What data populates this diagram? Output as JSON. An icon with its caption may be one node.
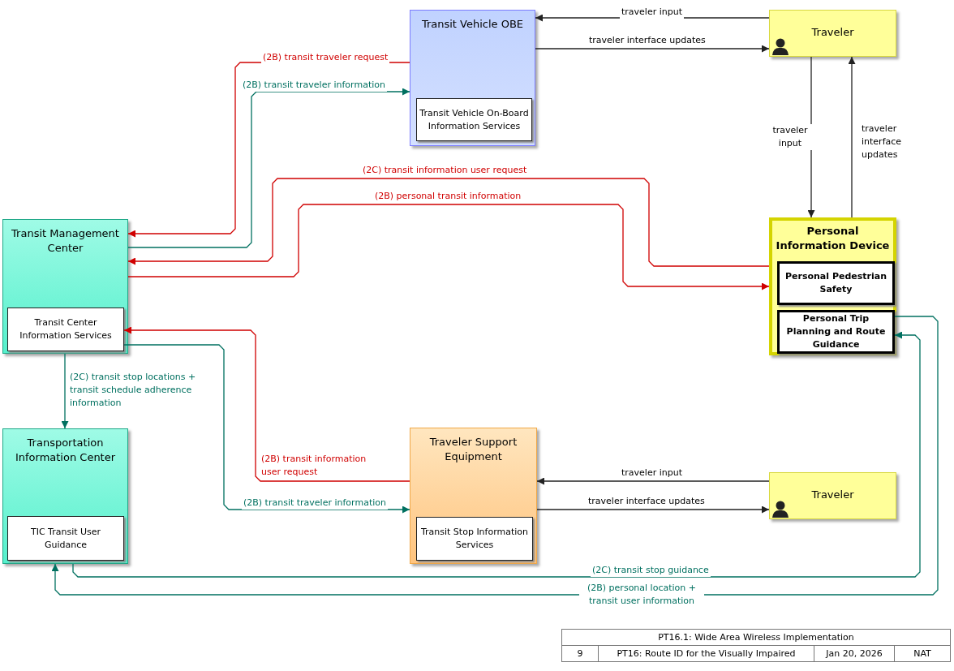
{
  "diagram": {
    "nodes": [
      {
        "text": [
          "Transit Vehicle OBE"
        ]
      },
      {
        "text": [
          "Transit Vehicle On-Board Information Services"
        ],
        "in": 0
      },
      {
        "text": [
          "Traveler"
        ]
      },
      {
        "text": [
          "Transit Management Center"
        ]
      },
      {
        "text": [
          "Transit Center Information Services"
        ],
        "in": 3
      },
      {
        "text": [
          "Personal Information Device"
        ]
      },
      {
        "text": [
          "Personal Pedestrian Safety"
        ],
        "in": 5
      },
      {
        "text": [
          "Personal Trip Planning and Route Guidance"
        ],
        "in": 5
      },
      {
        "text": [
          "Transportation Information Center"
        ]
      },
      {
        "text": [
          "TIC Transit User Guidance"
        ],
        "in": 8
      },
      {
        "text": [
          "Traveler Support Equipment"
        ]
      },
      {
        "text": [
          "Transit Stop Information Services"
        ],
        "in": 10
      },
      {
        "text": [
          "Traveler"
        ]
      }
    ],
    "edges": [
      {
        "from": 2,
        "to": 0,
        "arrow": "to",
        "label": "traveler input"
      },
      {
        "from": 0,
        "to": 2,
        "arrow": "to",
        "label": "traveler interface updates"
      },
      {
        "from": 0,
        "to": 3,
        "arrow": "to",
        "label": "(2B) transit traveler request",
        "color": "#d00000"
      },
      {
        "from": 3,
        "to": 0,
        "arrow": "to",
        "label": "(2B) transit traveler information",
        "color": "#007060"
      },
      {
        "from": 2,
        "to": 5,
        "arrow": "to",
        "label": "traveler input"
      },
      {
        "from": 5,
        "to": 2,
        "arrow": "to",
        "label": "traveler interface updates"
      },
      {
        "from": 5,
        "to": 3,
        "arrow": "to",
        "label": "(2C) transit information user request",
        "color": "#d00000"
      },
      {
        "from": 3,
        "to": 5,
        "arrow": "to",
        "label": "(2B) personal transit information",
        "color": "#d00000"
      },
      {
        "from": 10,
        "to": 4,
        "arrow": "to",
        "label": "(2B) transit information user request",
        "color": "#d00000"
      },
      {
        "from": 4,
        "to": 10,
        "arrow": "to",
        "label": "(2B) transit traveler information",
        "color": "#007060"
      },
      {
        "from": 3,
        "to": 8,
        "arrow": "to",
        "label": "(2C) transit stop locations + transit schedule adherence information",
        "color": "#007060"
      },
      {
        "from": 12,
        "to": 10,
        "arrow": "to",
        "label": "traveler input"
      },
      {
        "from": 10,
        "to": 12,
        "arrow": "to",
        "label": "traveler interface updates"
      },
      {
        "from": 8,
        "to": 7,
        "arrow": "to",
        "label": "(2C) transit stop guidance",
        "color": "#007060"
      },
      {
        "from": 7,
        "to": 8,
        "arrow": "to",
        "label": "(2B) personal location + transit user information",
        "color": "#007060"
      }
    ],
    "labels": [
      "PT16.1: Wide Area Wireless Implementation",
      "9",
      "PT16: Route ID for the Visually Impaired",
      "Jan 20, 2026",
      "NAT"
    ]
  }
}
